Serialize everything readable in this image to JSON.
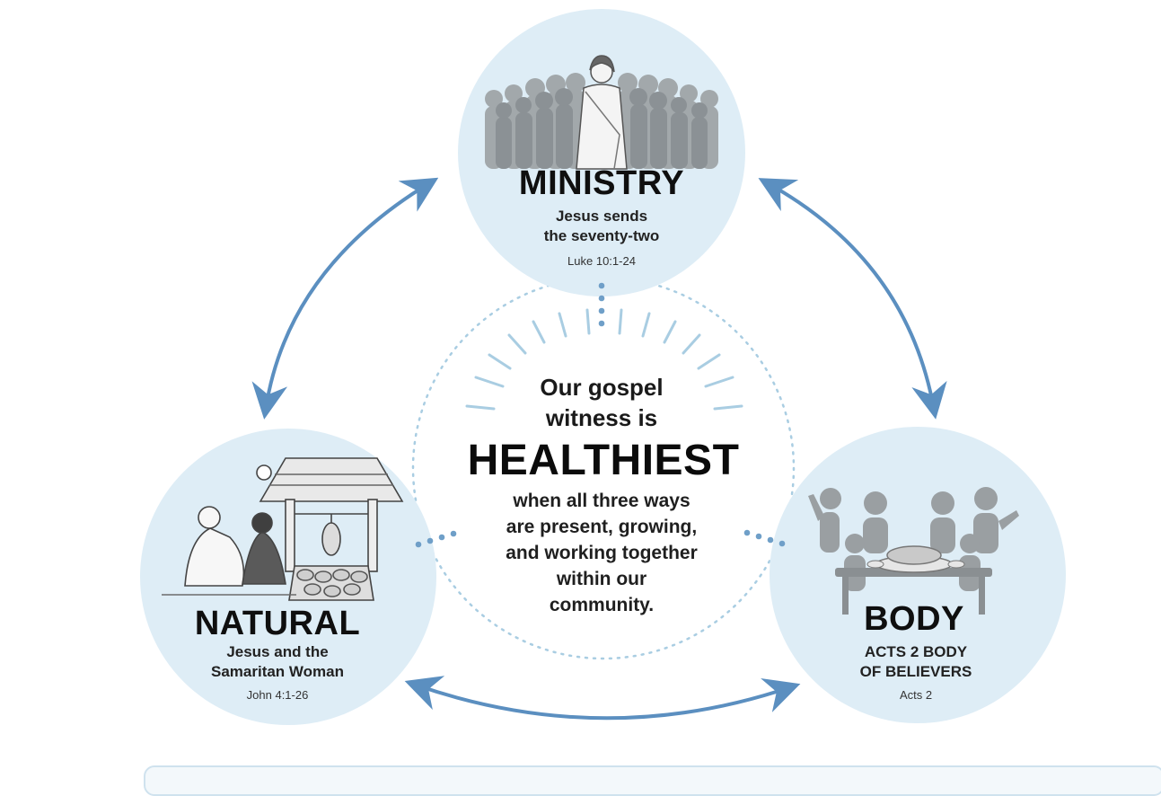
{
  "colors": {
    "circle_fill": "#deedf6",
    "arrow": "#5b8fc0",
    "dots": "#6f9fc8",
    "figure": "#9da3a6",
    "ray": "#a9cde2"
  },
  "nodes": {
    "ministry": {
      "title": "MINISTRY",
      "subtitle_1": "Jesus sends",
      "subtitle_2": "the seventy-two",
      "reference": "Luke 10:1-24"
    },
    "natural": {
      "title": "NATURAL",
      "subtitle_1": "Jesus and the",
      "subtitle_2": "Samaritan Woman",
      "reference": "John 4:1-26"
    },
    "body": {
      "title": "BODY",
      "subtitle_1": "ACTS 2 BODY",
      "subtitle_2": "OF BELIEVERS",
      "reference": "Acts 2"
    }
  },
  "center": {
    "line_1": "Our gospel",
    "line_2": "witness is",
    "emphasis": "HEALTHIEST",
    "rest_1": "when all three ways",
    "rest_2": "are present, growing,",
    "rest_3": "and working together",
    "rest_4": "within our",
    "rest_5": "community."
  },
  "icons": {
    "ministry": "crowd-with-jesus-icon",
    "natural": "well-conversation-icon",
    "body": "shared-meal-table-icon"
  }
}
